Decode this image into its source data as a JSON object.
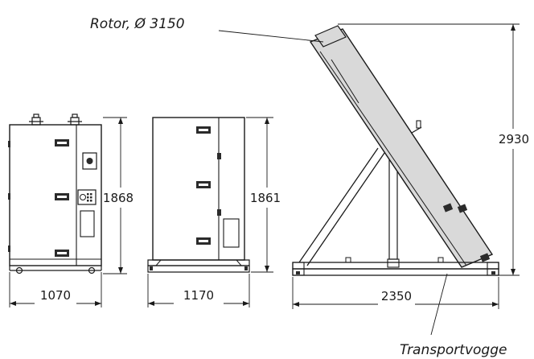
{
  "labels": {
    "rotor": "Rotor, Ø 3150",
    "transport": "Transportvogge"
  },
  "dimensions": {
    "front_height": "1868",
    "front_width": "1070",
    "side_height": "1861",
    "side_width": "1170",
    "tilted_height": "2930",
    "tilted_width": "2350"
  },
  "colors": {
    "line": "#1a1a1a",
    "rotor_fill": "#d9d9d9",
    "handle": "#2b2b2b"
  }
}
